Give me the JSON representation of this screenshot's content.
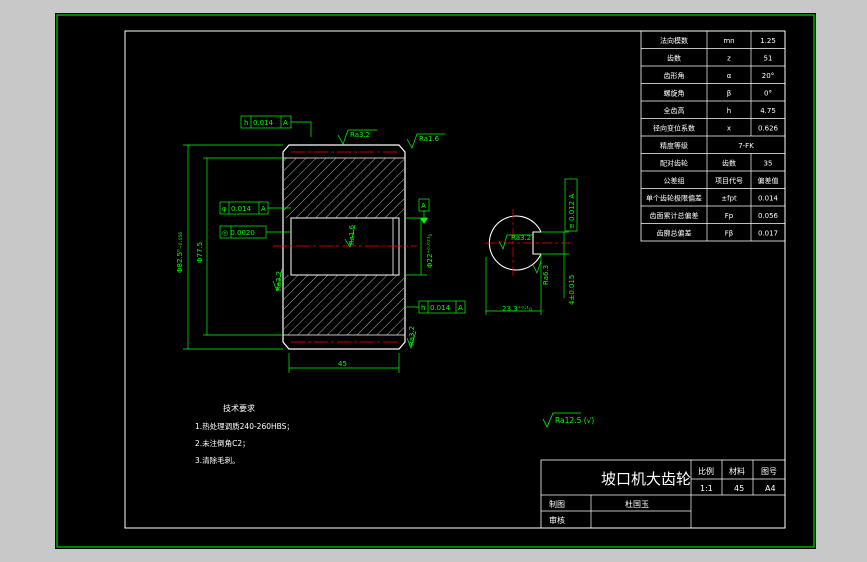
{
  "colors": {
    "background": "#000000",
    "border": "#ffffff",
    "frame": "#00ff00",
    "dim": "#00ff00",
    "centerline": "#ff0000",
    "hatch": "#ffffff",
    "part": "#ffffff"
  },
  "params": [
    {
      "name": "法向模数",
      "sym": "mn",
      "val": "1.25"
    },
    {
      "name": "齿数",
      "sym": "z",
      "val": "51"
    },
    {
      "name": "齿形角",
      "sym": "α",
      "val": "20°"
    },
    {
      "name": "螺旋角",
      "sym": "β",
      "val": "0°"
    },
    {
      "name": "全齿高",
      "sym": "h",
      "val": "4.75"
    },
    {
      "name": "径向变位系数",
      "sym": "x",
      "val": "0.626"
    },
    {
      "name": "精度等级",
      "sym": "",
      "val": "7-FK"
    },
    {
      "name": "配对齿轮",
      "sym": "齿数",
      "val": "35"
    },
    {
      "name": "公差组",
      "sym": "项目代号",
      "val": "偏差值"
    },
    {
      "name": "单个齿轮极限偏差",
      "sym": "±fpt",
      "val": "0.014"
    },
    {
      "name": "齿面累计总偏差",
      "sym": "Fp",
      "val": "0.056"
    },
    {
      "name": "齿廓总偏差",
      "sym": "Fβ",
      "val": "0.017"
    }
  ],
  "title_block": {
    "title": "坡口机大齿轮",
    "h_scale": "比例",
    "h_material": "材料",
    "h_drawing": "图号",
    "scale": "1:1",
    "material": "45",
    "drawing": "A4",
    "drawn_label": "制图",
    "drawn_name": "杜国玉",
    "check_label": "审核"
  },
  "tech": {
    "heading": "技术要求",
    "items": [
      "1.热处理调质240-260HBS；",
      "2.未注倒角C2；",
      "3.清除毛刺。"
    ]
  },
  "annotations": {
    "fc_top_sym": "h",
    "fc_top_val": "0.014",
    "fc_top_ref": "A",
    "fc_left_sym": "φ",
    "fc_left_val": "0.014",
    "fc_left_ref": "A",
    "fc_cyl": "◎ 0.0020",
    "fc_bot_sym": "h",
    "fc_bot_val": "0.014",
    "fc_bot_ref": "A",
    "datum_a": "A",
    "datum_b": "A",
    "ra_top": "Ra3.2",
    "ra_top_r": "Ra1.6",
    "ra_bore": "Ra1.6",
    "ra_left": "Ra3.2",
    "ra_bot": "Ra3.2",
    "ra_key": "Ra3.2",
    "ra_key2": "Ra6.3",
    "ra_global": "Ra12.5 (√)",
    "dim_od": "Φ82.5⁰₋₀.₀₅₆",
    "dim_root": "Φ77.5",
    "dim_bore": "Φ22⁺⁰·⁰²¹₀",
    "dim_width": "45",
    "dim_key_depth": "23.3⁺⁰·¹₀",
    "dim_key_width": "4±0.015",
    "fc_key": "≡ 0.012 A"
  }
}
